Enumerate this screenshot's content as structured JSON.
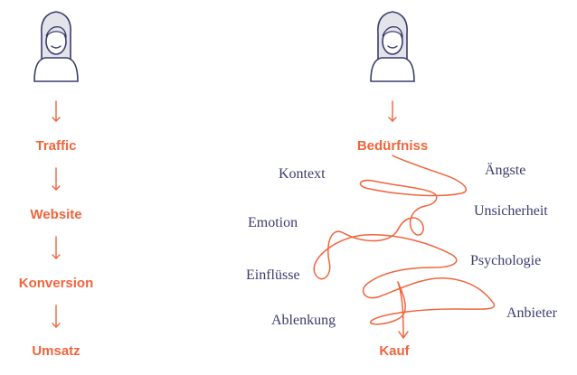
{
  "left_flow": {
    "steps": [
      "Traffic",
      "Website",
      "Konversion",
      "Umsatz"
    ]
  },
  "right_flow": {
    "start": "Bedürfniss",
    "end": "Kauf",
    "factors_left": [
      "Kontext",
      "Emotion",
      "Einflüsse",
      "Ablenkung"
    ],
    "factors_right": [
      "Ängste",
      "Unsicherheit",
      "Psychologie",
      "Anbieter"
    ]
  },
  "colors": {
    "accent": "#f0643c",
    "ink": "#3b3c6e",
    "hair": "#e3e3ea",
    "skin": "#ffffff"
  },
  "icons": [
    "person-icon",
    "person-icon",
    "arrow-down-icon",
    "tangled-path-icon"
  ]
}
